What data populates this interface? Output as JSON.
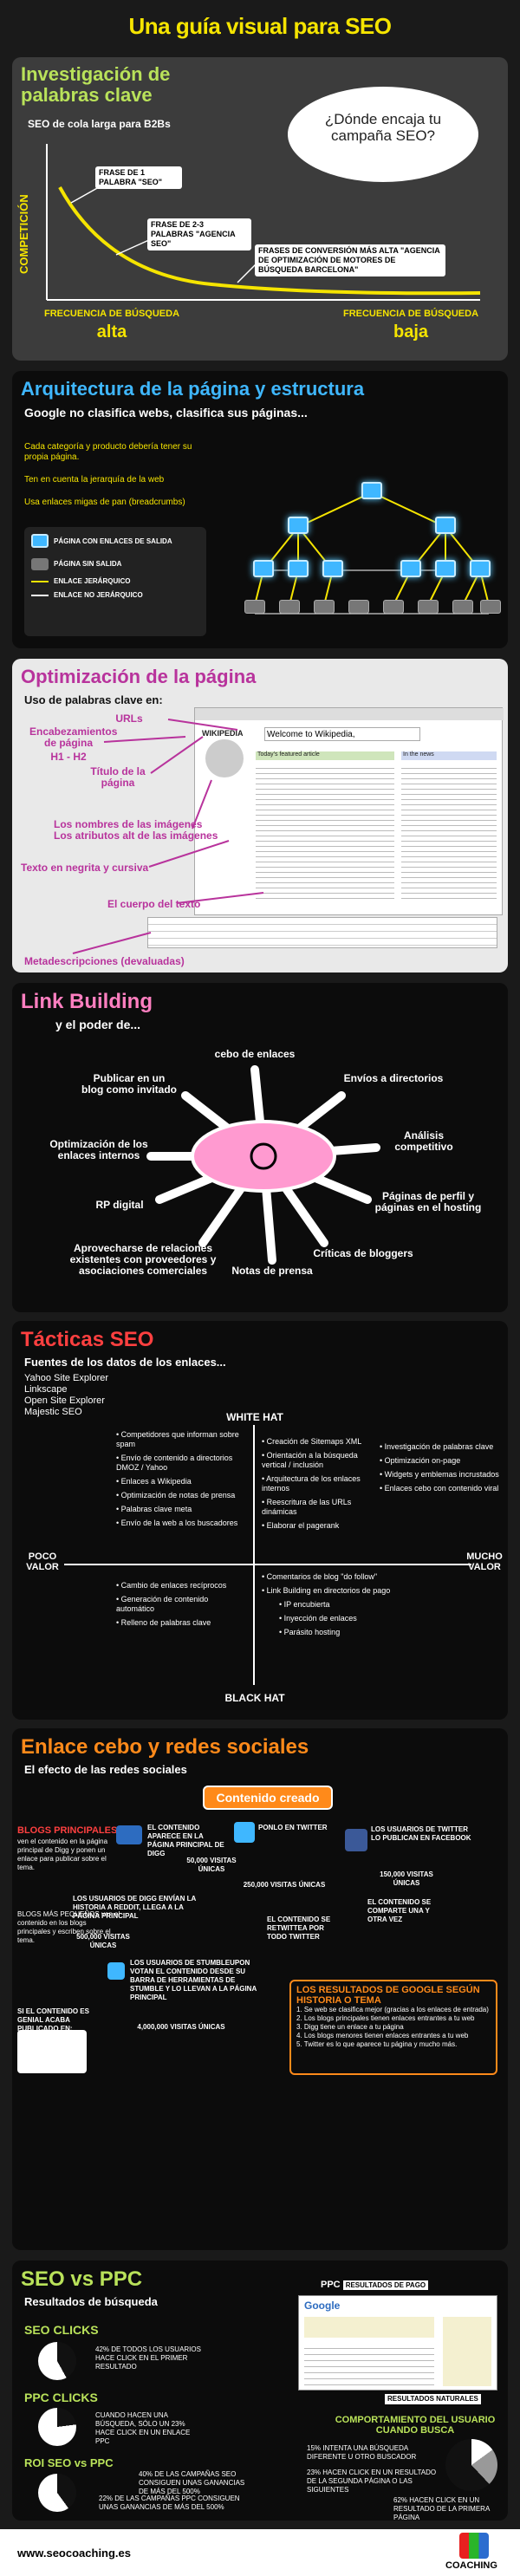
{
  "title": "Una guía visual para SEO",
  "s1": {
    "heading": "Investigación de palabras clave",
    "sub": "SEO de cola larga para B2Bs",
    "bubble": "¿Dónde encaja tu campaña SEO?",
    "ylabel": "COMPETICIÓN",
    "phrase1": "FRASE DE 1 PALABRA \"SEO\"",
    "phrase2": "FRASE DE 2-3 PALABRAS \"AGENCIA SEO\"",
    "phrase3": "FRASES DE CONVERSIÓN MÁS ALTA \"AGENCIA DE OPTIMIZACIÓN DE MOTORES DE BÚSQUEDA BARCELONA\"",
    "x_left": "FRECUENCIA DE BÚSQUEDA",
    "x_left_val": "alta",
    "x_right": "FRECUENCIA DE BÚSQUEDA",
    "x_right_val": "baja"
  },
  "s2": {
    "heading": "Arquitectura de la página y estructura",
    "sub": "Google no clasifica webs, clasifica sus páginas...",
    "p1": "Cada categoría y producto debería tener su propia página.",
    "p2": "Ten en cuenta la jerarquía de la web",
    "p3": "Usa enlaces migas de pan (breadcrumbs)",
    "leg1": "PÁGINA CON ENLACES DE SALIDA",
    "leg2": "PÁGINA SIN SALIDA",
    "leg3": "ENLACE JERÁRQUICO",
    "leg4": "ENLACE NO JERÁRQUICO",
    "colors": {
      "hier": "#f5e400",
      "nonhier": "#ffffff"
    }
  },
  "s3": {
    "heading": "Optimización de la página",
    "sub": "Uso de palabras clave en:",
    "l1": "URLs",
    "l2": "Encabezamientos de página",
    "l2b": "H1 - H2",
    "l3": "Título de la página",
    "l4": "Los nombres de las imágenes",
    "l5": "Los atributos alt de las imágenes",
    "l6": "Texto en negrita y cursiva",
    "l7": "El cuerpo del texto",
    "l8": "Metadescripciones (devaluadas)",
    "wiki_title": "Welcome to Wikipedia,",
    "wiki_sub": "Today's featured article",
    "wiki_brand": "WIKIPEDIA",
    "wiki_news": "In the news"
  },
  "s4": {
    "heading": "Link Building",
    "sub": "y el poder de...",
    "spokes": [
      "cebo de enlaces",
      "Envíos a directorios",
      "Análisis competitivo",
      "Páginas de perfil y páginas en el hosting",
      "Críticas de bloggers",
      "Notas de prensa",
      "Aprovecharse de relaciones existentes con proveedores y asociaciones comerciales",
      "RP digital",
      "Optimización de los enlaces internos",
      "Publicar en un blog como invitado"
    ]
  },
  "s5": {
    "heading": "Tácticas SEO",
    "sub": "Fuentes de los datos de los enlaces...",
    "tools": [
      "Yahoo Site Explorer",
      "Linkscape",
      "Open Site Explorer",
      "Majestic SEO"
    ],
    "white": "WHITE HAT",
    "black": "BLACK HAT",
    "poco": "POCO VALOR",
    "mucho": "MUCHO VALOR",
    "q1": [
      "Competidores que informan sobre spam",
      "Envío de contenido a directorios DMOZ / Yahoo",
      "Enlaces a Wikipedia",
      "Optimización de notas de prensa",
      "Palabras clave meta",
      "Envío de la web a los buscadores"
    ],
    "q2": [
      "Creación de Sitemaps XML",
      "Orientación a la búsqueda vertical / inclusión",
      "Arquitectura de los enlaces internos",
      "Reescritura de las URLs dinámicas",
      "Elaborar el pagerank"
    ],
    "q2b": [
      "Investigación de palabras clave",
      "Optimización on-page",
      "Widgets y emblemas incrustados",
      "Enlaces cebo con contenido viral"
    ],
    "q3": [
      "Cambio de enlaces recíprocos",
      "Generación de contenido automático",
      "Relleno de palabras clave"
    ],
    "q4": [
      "Comentarios de blog \"do follow\"",
      "Link Building en directorios de pago",
      "IP encubierta",
      "Inyección de enlaces",
      "Parásito hosting"
    ]
  },
  "s6": {
    "heading": "Enlace cebo y redes sociales",
    "sub": "El efecto de las redes sociales",
    "created": "Contenido creado",
    "blog": "BLOGS PRINCIPALES",
    "blog_txt": "ven el contenido en la página principal de Digg y ponen un enlace para publicar sobre el tema.",
    "digg": "EL CONTENIDO APARECE EN LA PÁGINA PRINCIPAL DE DIGG",
    "twitter": "PONLO EN TWITTER",
    "fb": "LOS USUARIOS DE TWITTER LO PUBLICAN EN FACEBOOK",
    "n1": "50,000 VISITAS ÚNICAS",
    "n2": "250,000 VISITAS ÚNICAS",
    "n3": "150,000 VISITAS ÚNICAS",
    "n4": "500,000 VISITAS ÚNICAS",
    "n5": "4,000,000 VISITAS ÚNICAS",
    "digg_users": "LOS USUARIOS DE DIGG ENVÍAN LA HISTORIA A REDDIT, LLEGA A LA PÁGINA PRINCIPAL",
    "small_blogs": "BLOGS MÁS PEQUEÑOS ven el contenido en los blogs principales y escriben sobre el tema.",
    "retweet": "EL CONTENIDO SE RETWITTEA POR TODO TWITTER",
    "fb2": "EL CONTENIDO SE COMPARTE UNA Y OTRA VEZ",
    "stumble": "LOS USUARIOS DE STUMBLEUPON VOTAN EL CONTENIDO DESDE SU BARRA DE HERRAMIENTAS DE STUMBLE Y LO LLEVAN A LA PÁGINA PRINCIPAL",
    "syndic": "SI EL CONTENIDO ES GENIAL ACABA PUBLICADO EN:",
    "results_title": "LOS RESULTADOS DE GOOGLE SEGÚN HISTORIA O TEMA",
    "results": [
      "1. Se web se clasifica mejor (gracias a los enlaces de entrada)",
      "2. Los blogs principales tienen enlaces entrantes a tu web",
      "3. Digg tiene un enlace a tu página",
      "4. Los blogs menores tienen enlaces entrantes a tu web",
      "5. Twitter es lo que aparece tu página y mucho más."
    ]
  },
  "s7": {
    "heading": "SEO vs PPC",
    "sub": "Resultados de búsqueda",
    "c1": "SEO CLICKS",
    "c1t": "42% DE TODOS LOS USUARIOS HACE CLICK EN EL PRIMER RESULTADO",
    "c2": "PPC CLICKS",
    "c2t": "CUANDO HACEN UNA BÚSQUEDA, SÓLO UN 23% HACE CLICK EN UN ENLACE PPC",
    "c3": "ROI SEO vs PPC",
    "c3a": "40% DE LAS CAMPAÑAS SEO CONSIGUEN UNAS GANANCIAS DE MÁS DEL 500%",
    "c3b": "22% DE LAS CAMPAÑAS PPC CONSIGUEN UNAS GANANCIAS DE MÁS DEL 500%",
    "ppc_tag": "PPC",
    "ppc_tag2": "RESULTADOS DE PAGO",
    "nat": "RESULTADOS NATURALES",
    "behav": "COMPORTAMIENTO DEL USUARIO CUANDO BUSCA",
    "b1": "15% INTENTA UNA BÚSQUEDA DIFERENTE U OTRO BUSCADOR",
    "b2": "23% HACEN CLICK EN UN RESULTADO DE LA SEGUNDA PÁGINA O LAS SIGUIENTES",
    "b3": "62% HACEN CLICK EN UN RESULTADO DE LA PRIMERA PÁGINA",
    "google": "Google",
    "values": {
      "seo_clicks": 42,
      "ppc_clicks": 23,
      "roi_seo": 40,
      "roi_ppc": 22,
      "diff": 15,
      "second": 23,
      "first": 62
    }
  },
  "footer": {
    "url": "www.seocoaching.es",
    "brand": "COACHING"
  }
}
